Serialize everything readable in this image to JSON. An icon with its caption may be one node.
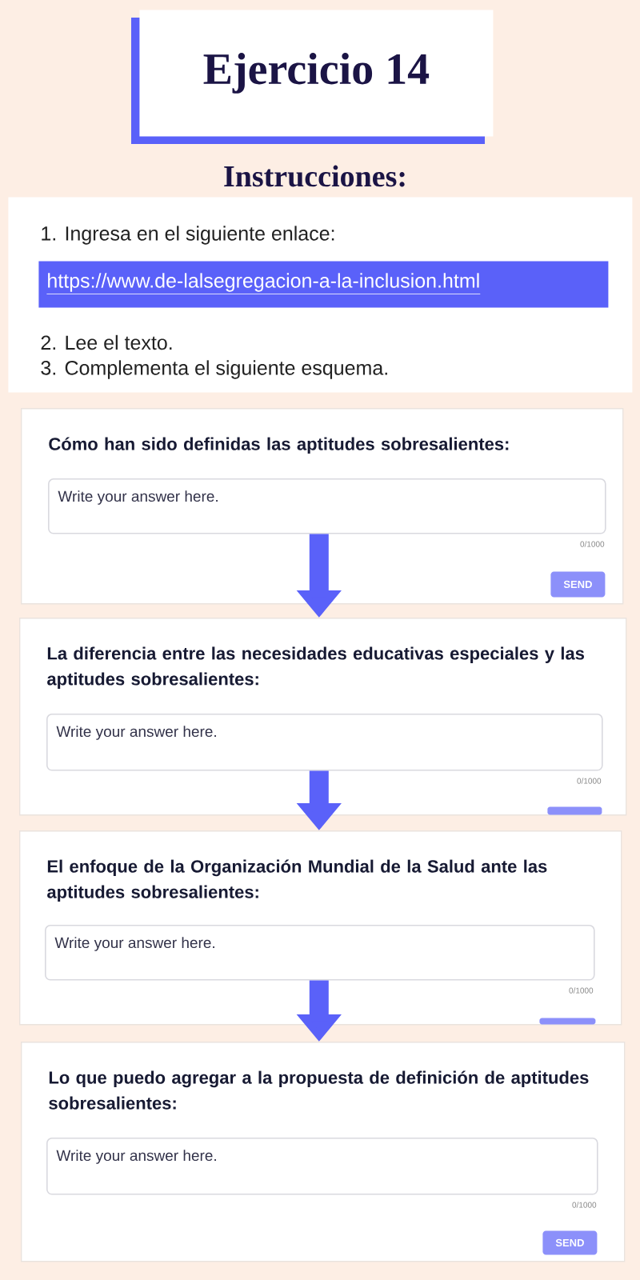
{
  "diagram": {
    "nodes": [
      {
        "text": [
          "Ejercicio 14"
        ]
      },
      {
        "text": [
          "Instrucciones:",
          "1. Ingresa en el siguiente enlace:",
          "2. Lee el texto.",
          "3. Complementa el siguiente esquema."
        ]
      },
      {
        "text": [
          "https://www.de-lalsegregacion-a-la-inclusion.html"
        ],
        "in": 1
      },
      {
        "text": [
          "Cómo han sido definidas las aptitudes sobresalientes:"
        ]
      },
      {
        "text": [
          "Write your answer here."
        ],
        "in": 3,
        "beside": [
          "0/1000"
        ]
      },
      {
        "text": [
          "SEND"
        ],
        "in": 3
      },
      {
        "text": [
          "La diferencia entre las necesidades educativas especiales y las aptitudes sobresalientes:"
        ]
      },
      {
        "text": [
          "Write your answer here."
        ],
        "in": 6,
        "beside": [
          "0/1000"
        ]
      },
      {
        "text": [],
        "shape": "box",
        "in": 6
      },
      {
        "text": [
          "El enfoque de la Organización Mundial de la Salud ante las aptitudes sobresalientes:"
        ]
      },
      {
        "text": [
          "Write your answer here."
        ],
        "in": 9,
        "beside": [
          "0/1000"
        ]
      },
      {
        "text": [],
        "shape": "box",
        "in": 9
      },
      {
        "text": [
          "Lo que puedo agregar a la propuesta de definición de aptitudes sobresalientes:"
        ]
      },
      {
        "text": [
          "Write your answer here."
        ],
        "in": 12,
        "beside": [
          "0/1000"
        ]
      },
      {
        "text": [
          "SEND"
        ],
        "in": 12
      }
    ],
    "edges": [
      {
        "from": 4,
        "to": 6,
        "arrow": "to"
      },
      {
        "from": 7,
        "to": 9,
        "arrow": "to"
      },
      {
        "from": 10,
        "to": 12,
        "arrow": "to"
      }
    ]
  }
}
